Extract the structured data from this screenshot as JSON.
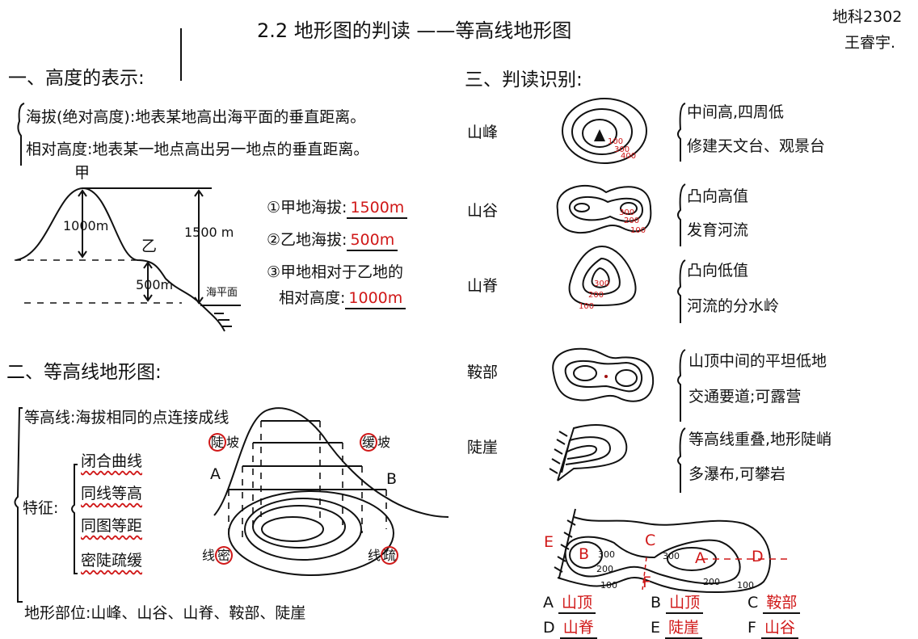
{
  "header": {
    "title": "2.2 地形图的判读 ——等高线地形图",
    "class_label": "地科2302",
    "student_name": "王睿宇."
  },
  "section1": {
    "heading": "一、高度的表示:",
    "definitions": [
      "海拔(绝对高度):地表某地高出海平面的垂直距离。",
      "相对高度:地表某一地点高出另一地点的垂直距离。"
    ],
    "diagram": {
      "point_jia": "甲",
      "point_yi": "乙",
      "label_1000": "1000m",
      "label_1500": "1500 m",
      "label_500": "500m",
      "sea_level": "海平面"
    },
    "questions": [
      {
        "prefix": "①甲地海拔:",
        "answer": "1500m"
      },
      {
        "prefix": "②乙地海拔:",
        "answer": "500m"
      },
      {
        "prefix": "③甲地相对于乙地的",
        "prefix2": "相对高度:",
        "answer": "1000m"
      }
    ]
  },
  "section2": {
    "heading": "二、等高线地形图:",
    "definition": "等高线:海拔相同的点连接成线",
    "features_label": "特征:",
    "features": [
      "闭合曲线",
      "同线等高",
      "同图等距",
      "密陡疏缓"
    ],
    "landforms": "地形部位:山峰、山谷、山脊、鞍部、陡崖",
    "diagram": {
      "steep_slope_circled": "陡",
      "steep_slope_rest": "坡",
      "gentle_slope_circled": "缓",
      "gentle_slope_rest": "坡",
      "point_a": "A",
      "point_b": "B",
      "dense_lines_prefix": "线",
      "dense_lines_circled": "密",
      "sparse_lines_prefix": "线",
      "sparse_lines_circled": "疏"
    }
  },
  "section3": {
    "heading": "三、判读识别:",
    "rows": [
      {
        "name": "山峰",
        "notes": [
          "中间高,四周低",
          "修建天文台、观景台"
        ],
        "labels": [
          "100",
          "300",
          "400"
        ]
      },
      {
        "name": "山谷",
        "notes": [
          "凸向高值",
          "发育河流"
        ],
        "labels": [
          "300",
          "200",
          "100"
        ]
      },
      {
        "name": "山脊",
        "notes": [
          "凸向低值",
          "河流的分水岭"
        ],
        "labels": [
          "300",
          "200",
          "100"
        ]
      },
      {
        "name": "鞍部",
        "notes": [
          "山顶中间的平坦低地",
          "交通要道;可露营"
        ]
      },
      {
        "name": "陡崖",
        "notes": [
          "等高线重叠,地形陡峭",
          "多瀑布,可攀岩"
        ]
      }
    ],
    "exercise": {
      "map_labels": {
        "E": "E",
        "B": "B",
        "C": "C",
        "A": "A",
        "D": "D",
        "F": "F"
      },
      "contours": [
        "300",
        "200",
        "100",
        "300",
        "200",
        "100"
      ],
      "answers": [
        {
          "letter": "A",
          "answer": "山顶"
        },
        {
          "letter": "B",
          "answer": "山顶"
        },
        {
          "letter": "C",
          "answer": "鞍部"
        },
        {
          "letter": "D",
          "answer": "山脊"
        },
        {
          "letter": "E",
          "answer": "陡崖"
        },
        {
          "letter": "F",
          "answer": "山谷"
        }
      ]
    }
  }
}
